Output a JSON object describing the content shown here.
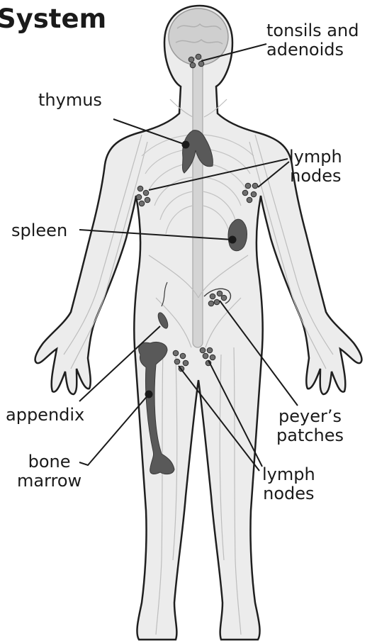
{
  "title": "System",
  "labels": {
    "tonsils": [
      "tonsils and",
      "adenoids"
    ],
    "thymus": [
      "thymus"
    ],
    "lymph_nodes_upper": [
      "lymph",
      "nodes"
    ],
    "spleen": [
      "spleen"
    ],
    "appendix": [
      "appendix"
    ],
    "peyers_patches": [
      "peyer’s",
      "patches"
    ],
    "bone_marrow": [
      "bone",
      "marrow"
    ],
    "lymph_nodes_lower": [
      "lymph",
      "nodes"
    ]
  },
  "colors": {
    "body_fill": "#ececec",
    "body_outline": "#1f1f1f",
    "organ_fill": "#595959",
    "node_fill": "#6e6e6e",
    "vessel": "#bdbdbd",
    "leader_line": "#1a1a1a"
  }
}
